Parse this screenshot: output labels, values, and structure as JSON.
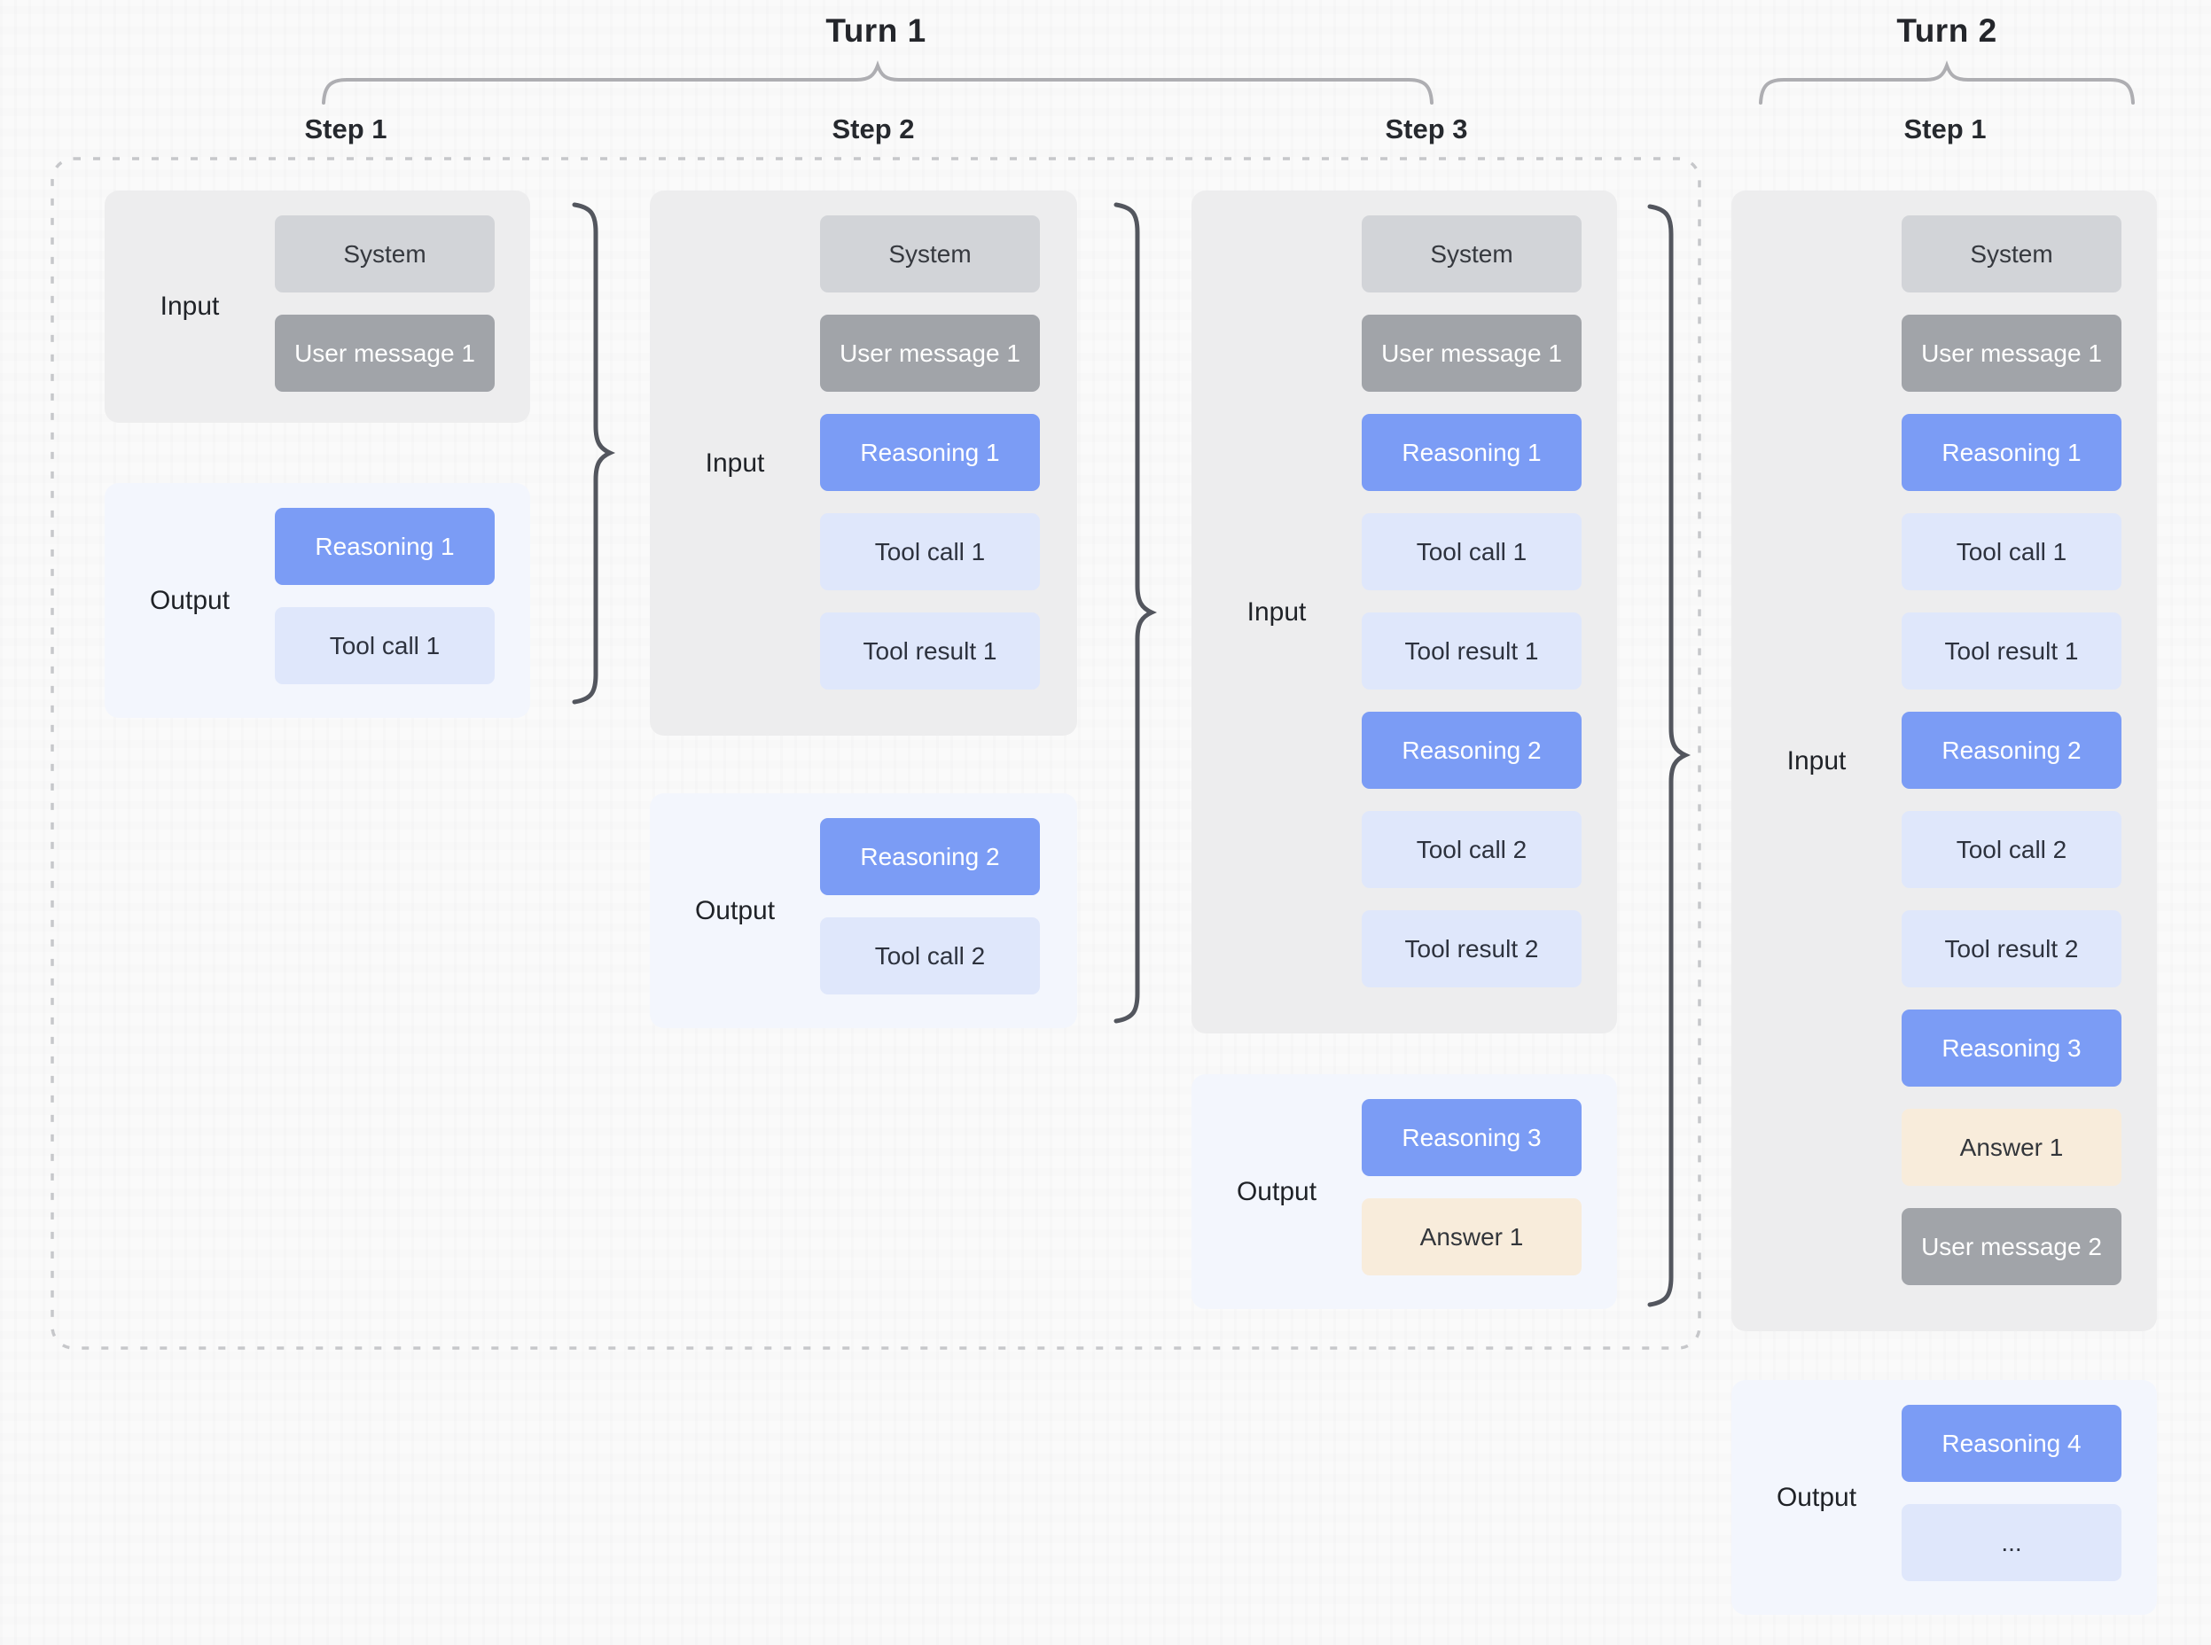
{
  "colors": {
    "reasoning": "#7b9cf5",
    "system": "#d2d4d8",
    "user": "#a1a4a9",
    "tool": "#dfe7fb",
    "answer": "#f8ecdb",
    "input_bg": "#ededee",
    "output_bg": "#f3f6fd",
    "brace": "#53565e",
    "turn_brace": "#aeaeb2",
    "dashed": "#c6c7ca"
  },
  "turns": [
    {
      "title": "Turn 1",
      "steps": [
        {
          "label": "Step 1",
          "input": {
            "label": "Input",
            "chips": [
              {
                "label": "System",
                "type": "system"
              },
              {
                "label": "User message 1",
                "type": "user"
              }
            ]
          },
          "output": {
            "label": "Output",
            "chips": [
              {
                "label": "Reasoning 1",
                "type": "reasoning"
              },
              {
                "label": "Tool call 1",
                "type": "tool"
              }
            ]
          }
        },
        {
          "label": "Step 2",
          "input": {
            "label": "Input",
            "chips": [
              {
                "label": "System",
                "type": "system"
              },
              {
                "label": "User message 1",
                "type": "user"
              },
              {
                "label": "Reasoning 1",
                "type": "reasoning"
              },
              {
                "label": "Tool call 1",
                "type": "tool"
              },
              {
                "label": "Tool result 1",
                "type": "tool"
              }
            ]
          },
          "output": {
            "label": "Output",
            "chips": [
              {
                "label": "Reasoning 2",
                "type": "reasoning"
              },
              {
                "label": "Tool call 2",
                "type": "tool"
              }
            ]
          }
        },
        {
          "label": "Step 3",
          "input": {
            "label": "Input",
            "chips": [
              {
                "label": "System",
                "type": "system"
              },
              {
                "label": "User message 1",
                "type": "user"
              },
              {
                "label": "Reasoning 1",
                "type": "reasoning"
              },
              {
                "label": "Tool call 1",
                "type": "tool"
              },
              {
                "label": "Tool result 1",
                "type": "tool"
              },
              {
                "label": "Reasoning 2",
                "type": "reasoning"
              },
              {
                "label": "Tool call 2",
                "type": "tool"
              },
              {
                "label": "Tool result 2",
                "type": "tool"
              }
            ]
          },
          "output": {
            "label": "Output",
            "chips": [
              {
                "label": "Reasoning 3",
                "type": "reasoning"
              },
              {
                "label": "Answer 1",
                "type": "answer"
              }
            ]
          }
        }
      ]
    },
    {
      "title": "Turn 2",
      "steps": [
        {
          "label": "Step 1",
          "input": {
            "label": "Input",
            "chips": [
              {
                "label": "System",
                "type": "system"
              },
              {
                "label": "User message 1",
                "type": "user"
              },
              {
                "label": "Reasoning 1",
                "type": "reasoning"
              },
              {
                "label": "Tool call 1",
                "type": "tool"
              },
              {
                "label": "Tool result 1",
                "type": "tool"
              },
              {
                "label": "Reasoning 2",
                "type": "reasoning"
              },
              {
                "label": "Tool call 2",
                "type": "tool"
              },
              {
                "label": "Tool result 2",
                "type": "tool"
              },
              {
                "label": "Reasoning 3",
                "type": "reasoning"
              },
              {
                "label": "Answer 1",
                "type": "answer"
              },
              {
                "label": "User message 2",
                "type": "user"
              }
            ]
          },
          "output": {
            "label": "Output",
            "chips": [
              {
                "label": "Reasoning 4",
                "type": "reasoning"
              },
              {
                "label": "...",
                "type": "tool"
              }
            ]
          }
        }
      ]
    }
  ]
}
